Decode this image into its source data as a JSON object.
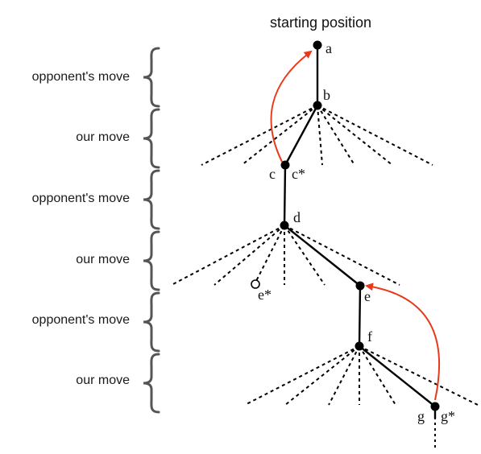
{
  "title": "starting position",
  "rows": [
    {
      "label": "opponent's move"
    },
    {
      "label": "our move"
    },
    {
      "label": "opponent's move"
    },
    {
      "label": "our move"
    },
    {
      "label": "opponent's move"
    },
    {
      "label": "our move"
    }
  ],
  "node_labels": {
    "a": "a",
    "b": "b",
    "c": "c",
    "c_star": "c*",
    "d": "d",
    "e": "e",
    "e_star": "e*",
    "f": "f",
    "g": "g",
    "g_star": "g*"
  },
  "colors": {
    "line": "#000000",
    "arrow": "#e8391a",
    "brace": "#555555"
  }
}
